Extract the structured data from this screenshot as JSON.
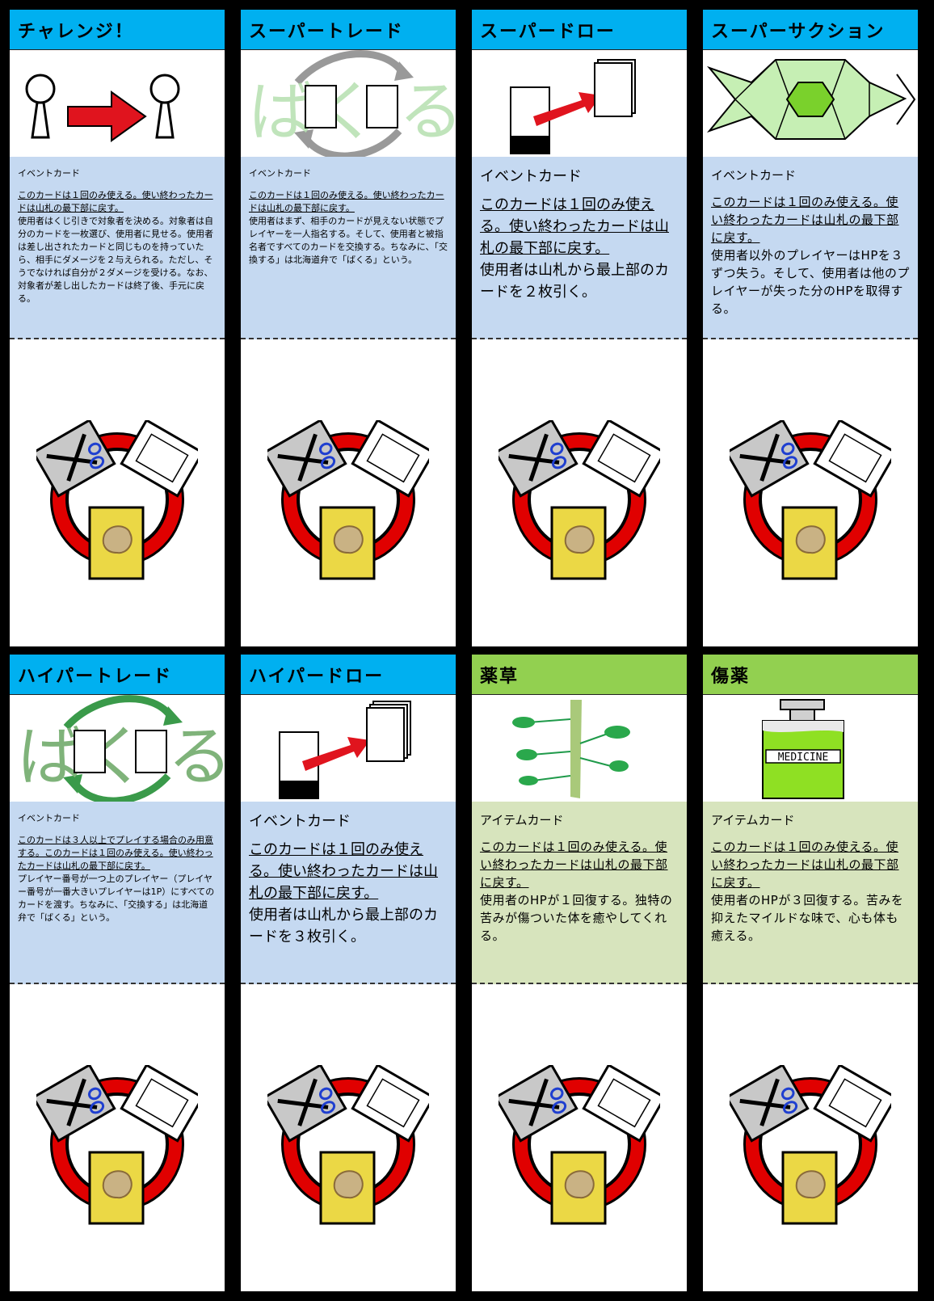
{
  "colors": {
    "event_title": "#00b0f0",
    "event_desc": "#c5d9f1",
    "item_title": "#92d050",
    "item_desc": "#d7e4bd",
    "emblem_ring": "#e00000"
  },
  "cards": [
    {
      "title": "チャレンジ！",
      "icon": "challenge-icon",
      "type": "イベントカード",
      "rule": "このカードは１回のみ使える。使い終わったカードは山札の最下部に戻す。",
      "effect": "使用者はくじ引きで対象者を決める。対象者は自分のカードを一枚選び、使用者に見せる。使用者は差し出されたカードと同じものを持っていたら、相手にダメージを２与えられる。ただし、そうでなければ自分が２ダメージを受ける。なお、対象者が差し出したカードは終了後、手元に戻る。"
    },
    {
      "title": "スーパートレード",
      "icon": "bakuru-trade-icon",
      "type": "イベントカード",
      "rule": "このカードは１回のみ使える。使い終わったカードは山札の最下部に戻す。",
      "effect": "使用者はまず、相手のカードが見えない状態でプレイヤーを一人指名する。そして、使用者と被指名者ですべてのカードを交換する。ちなみに、「交換する」は北海道弁で「ばくる」という。"
    },
    {
      "title": "スーパードロー",
      "icon": "draw-icon",
      "type": "イベントカード",
      "rule": "このカードは１回のみ使える。使い終わったカードは山札の最下部に戻す。",
      "effect": "使用者は山札から最上部のカードを２枚引く。"
    },
    {
      "title": "スーパーサクション",
      "icon": "suction-icon",
      "type": "イベントカード",
      "rule": "このカードは１回のみ使える。使い終わったカードは山札の最下部に戻す。",
      "effect": "使用者以外のプレイヤーはHPを３ずつ失う。そして、使用者は他のプレイヤーが失った分のHPを取得する。"
    },
    {
      "title": "ハイパートレード",
      "icon": "bakuru-trade-icon",
      "type": "イベントカード",
      "rule": "このカードは３人以上でプレイする場合のみ用意する。このカードは１回のみ使える。使い終わったカードは山札の最下部に戻す。",
      "effect": "プレイヤー番号が一つ上のプレイヤー（プレイヤー番号が一番大きいプレイヤーは1P）にすべてのカードを渡す。ちなみに、「交換する」は北海道弁で「ばくる」という。"
    },
    {
      "title": "ハイパードロー",
      "icon": "draw-icon",
      "type": "イベントカード",
      "rule": "このカードは１回のみ使える。使い終わったカードは山札の最下部に戻す。",
      "effect": "使用者は山札から最上部のカードを３枚引く。"
    },
    {
      "title": "薬草",
      "icon": "herb-icon",
      "type": "アイテムカード",
      "rule": "このカードは１回のみ使える。使い終わったカードは山札の最下部に戻す。",
      "effect": "使用者のHPが１回復する。独特の苦みが傷ついた体を癒やしてくれる。"
    },
    {
      "title": "傷薬",
      "icon": "medicine-bottle-icon",
      "medicine_label": "MEDICINE",
      "type": "アイテムカード",
      "rule": "このカードは１回のみ使える。使い終わったカードは山札の最下部に戻す。",
      "effect": "使用者のHPが３回復する。苦みを抑えたマイルドな味で、心も体も癒える。"
    }
  ],
  "card_back": {
    "icon": "rock-paper-scissors-emblem-icon"
  }
}
